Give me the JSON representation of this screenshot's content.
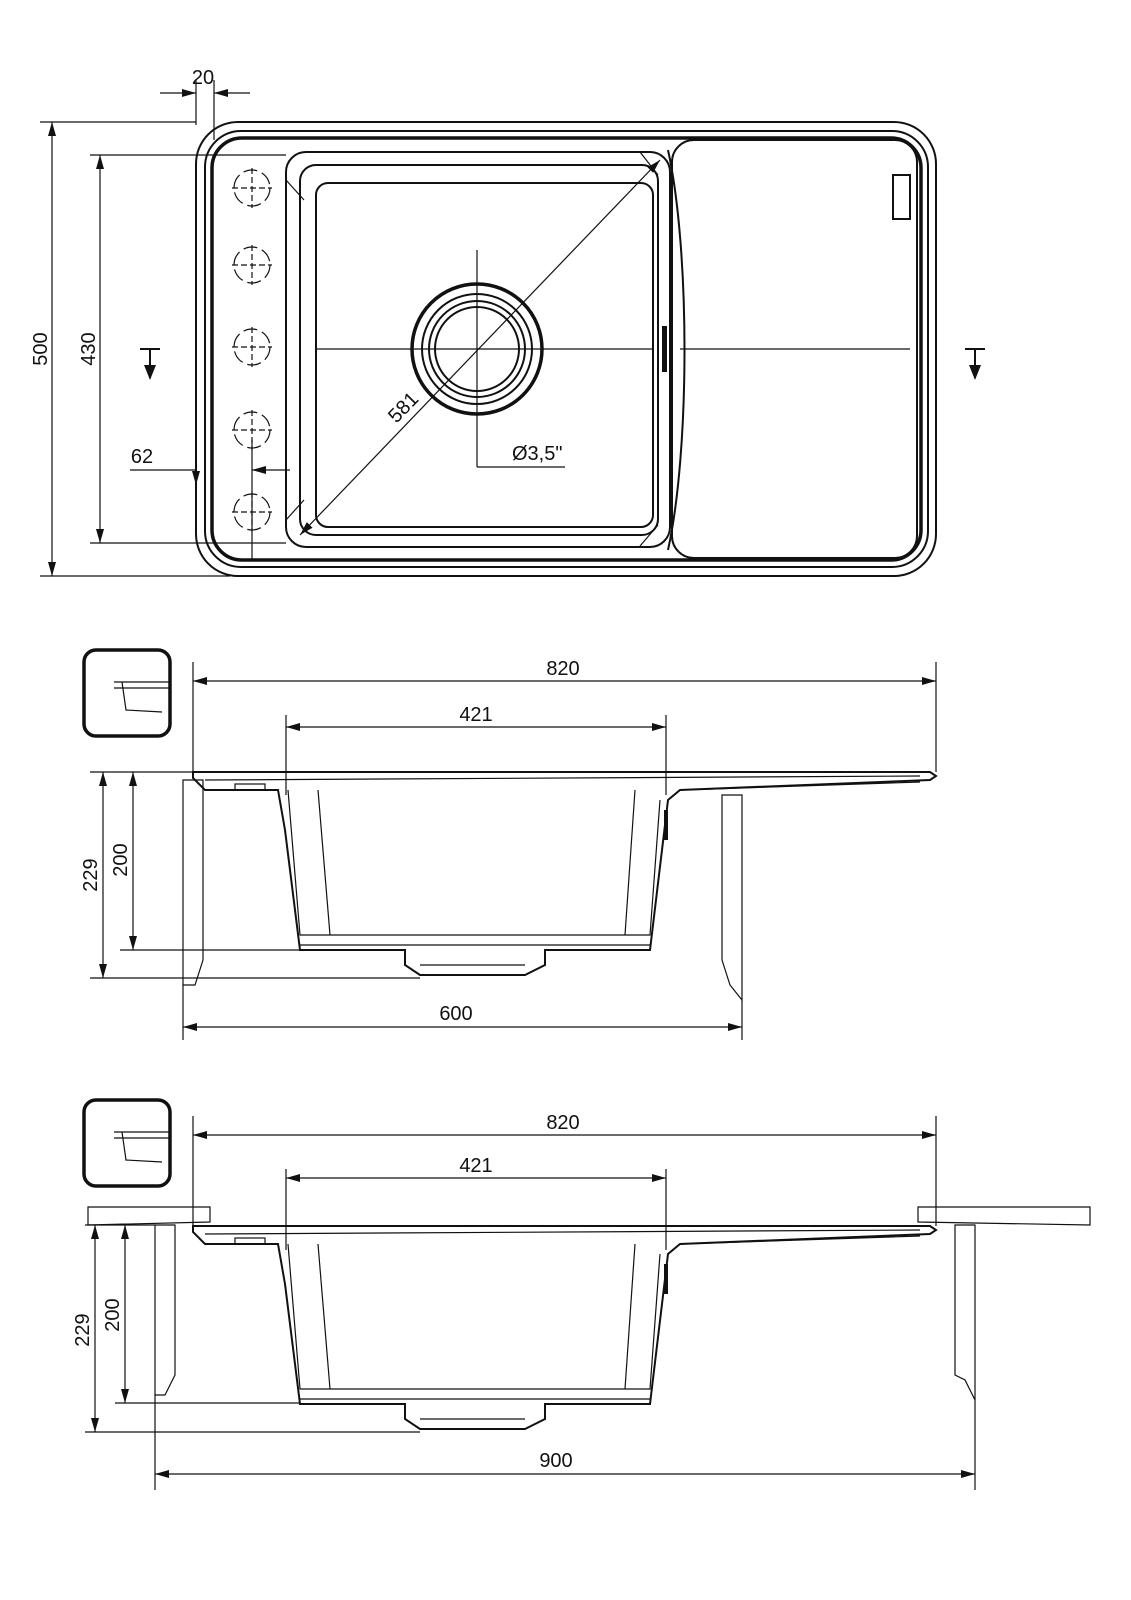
{
  "top_view": {
    "dim_flange": "20",
    "dim_total_depth": "500",
    "dim_bowl_depth": "430",
    "dim_tap_offset": "62",
    "dim_diagonal": "581",
    "dim_drain": "Ø3,5\"",
    "tap_holes": 5
  },
  "side_view_overmount": {
    "dim_total_width": "820",
    "dim_bowl_width": "421",
    "dim_total_height": "229",
    "dim_bowl_height": "200",
    "dim_cabinet": "600"
  },
  "side_view_flush": {
    "dim_total_width": "820",
    "dim_bowl_width": "421",
    "dim_total_height": "229",
    "dim_bowl_height": "200",
    "dim_cutout": "900"
  },
  "colors": {
    "line": "#111111",
    "background": "#ffffff"
  }
}
